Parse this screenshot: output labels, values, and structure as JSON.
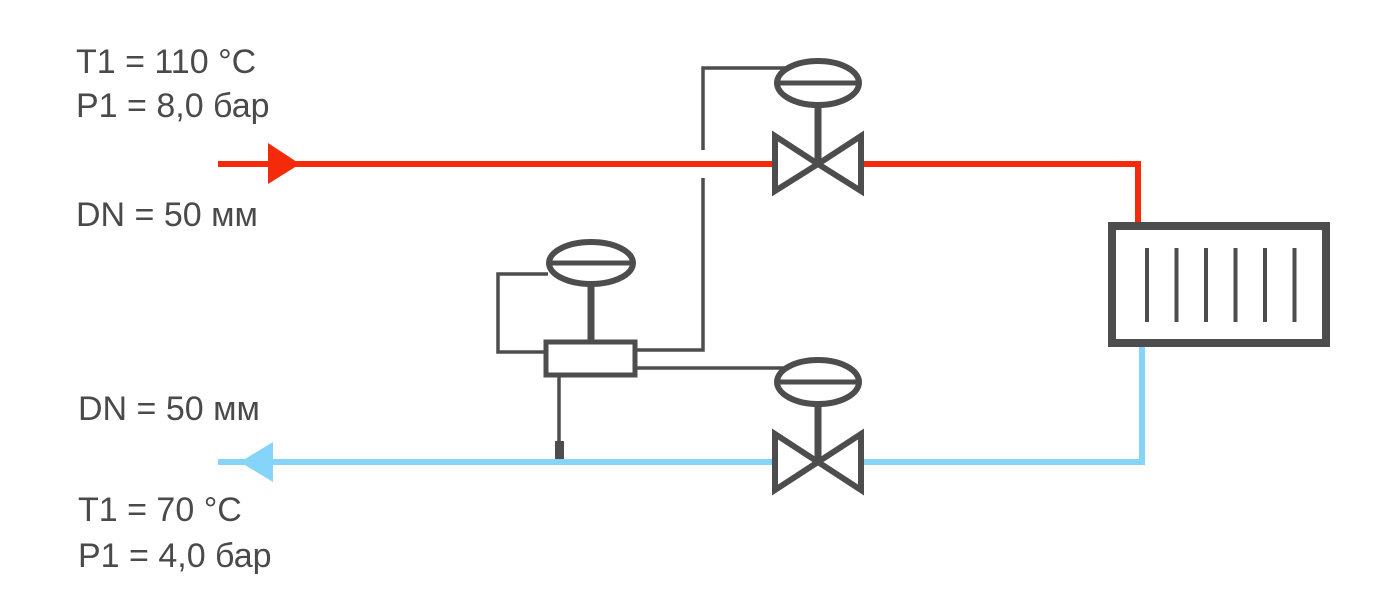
{
  "supply": {
    "temperature_label": "T1 = 110 °C",
    "pressure_label": "P1 = 8,0 бар",
    "diameter_label": "DN = 50 мм",
    "color": "#f52a0a",
    "flow_direction": "right"
  },
  "return": {
    "diameter_label": "DN = 50 мм",
    "temperature_label": "T1 = 70 °C",
    "pressure_label": "P1 = 4,0 бар",
    "color": "#85d4fa",
    "flow_direction": "left"
  },
  "components": {
    "supply_valve": "control-valve",
    "return_valve": "control-valve",
    "controller": "pressure-controller",
    "radiator": "radiator",
    "radiator_fins": 6
  },
  "colors": {
    "equipment": "#4d4d4d",
    "text": "#4a4a4a"
  }
}
